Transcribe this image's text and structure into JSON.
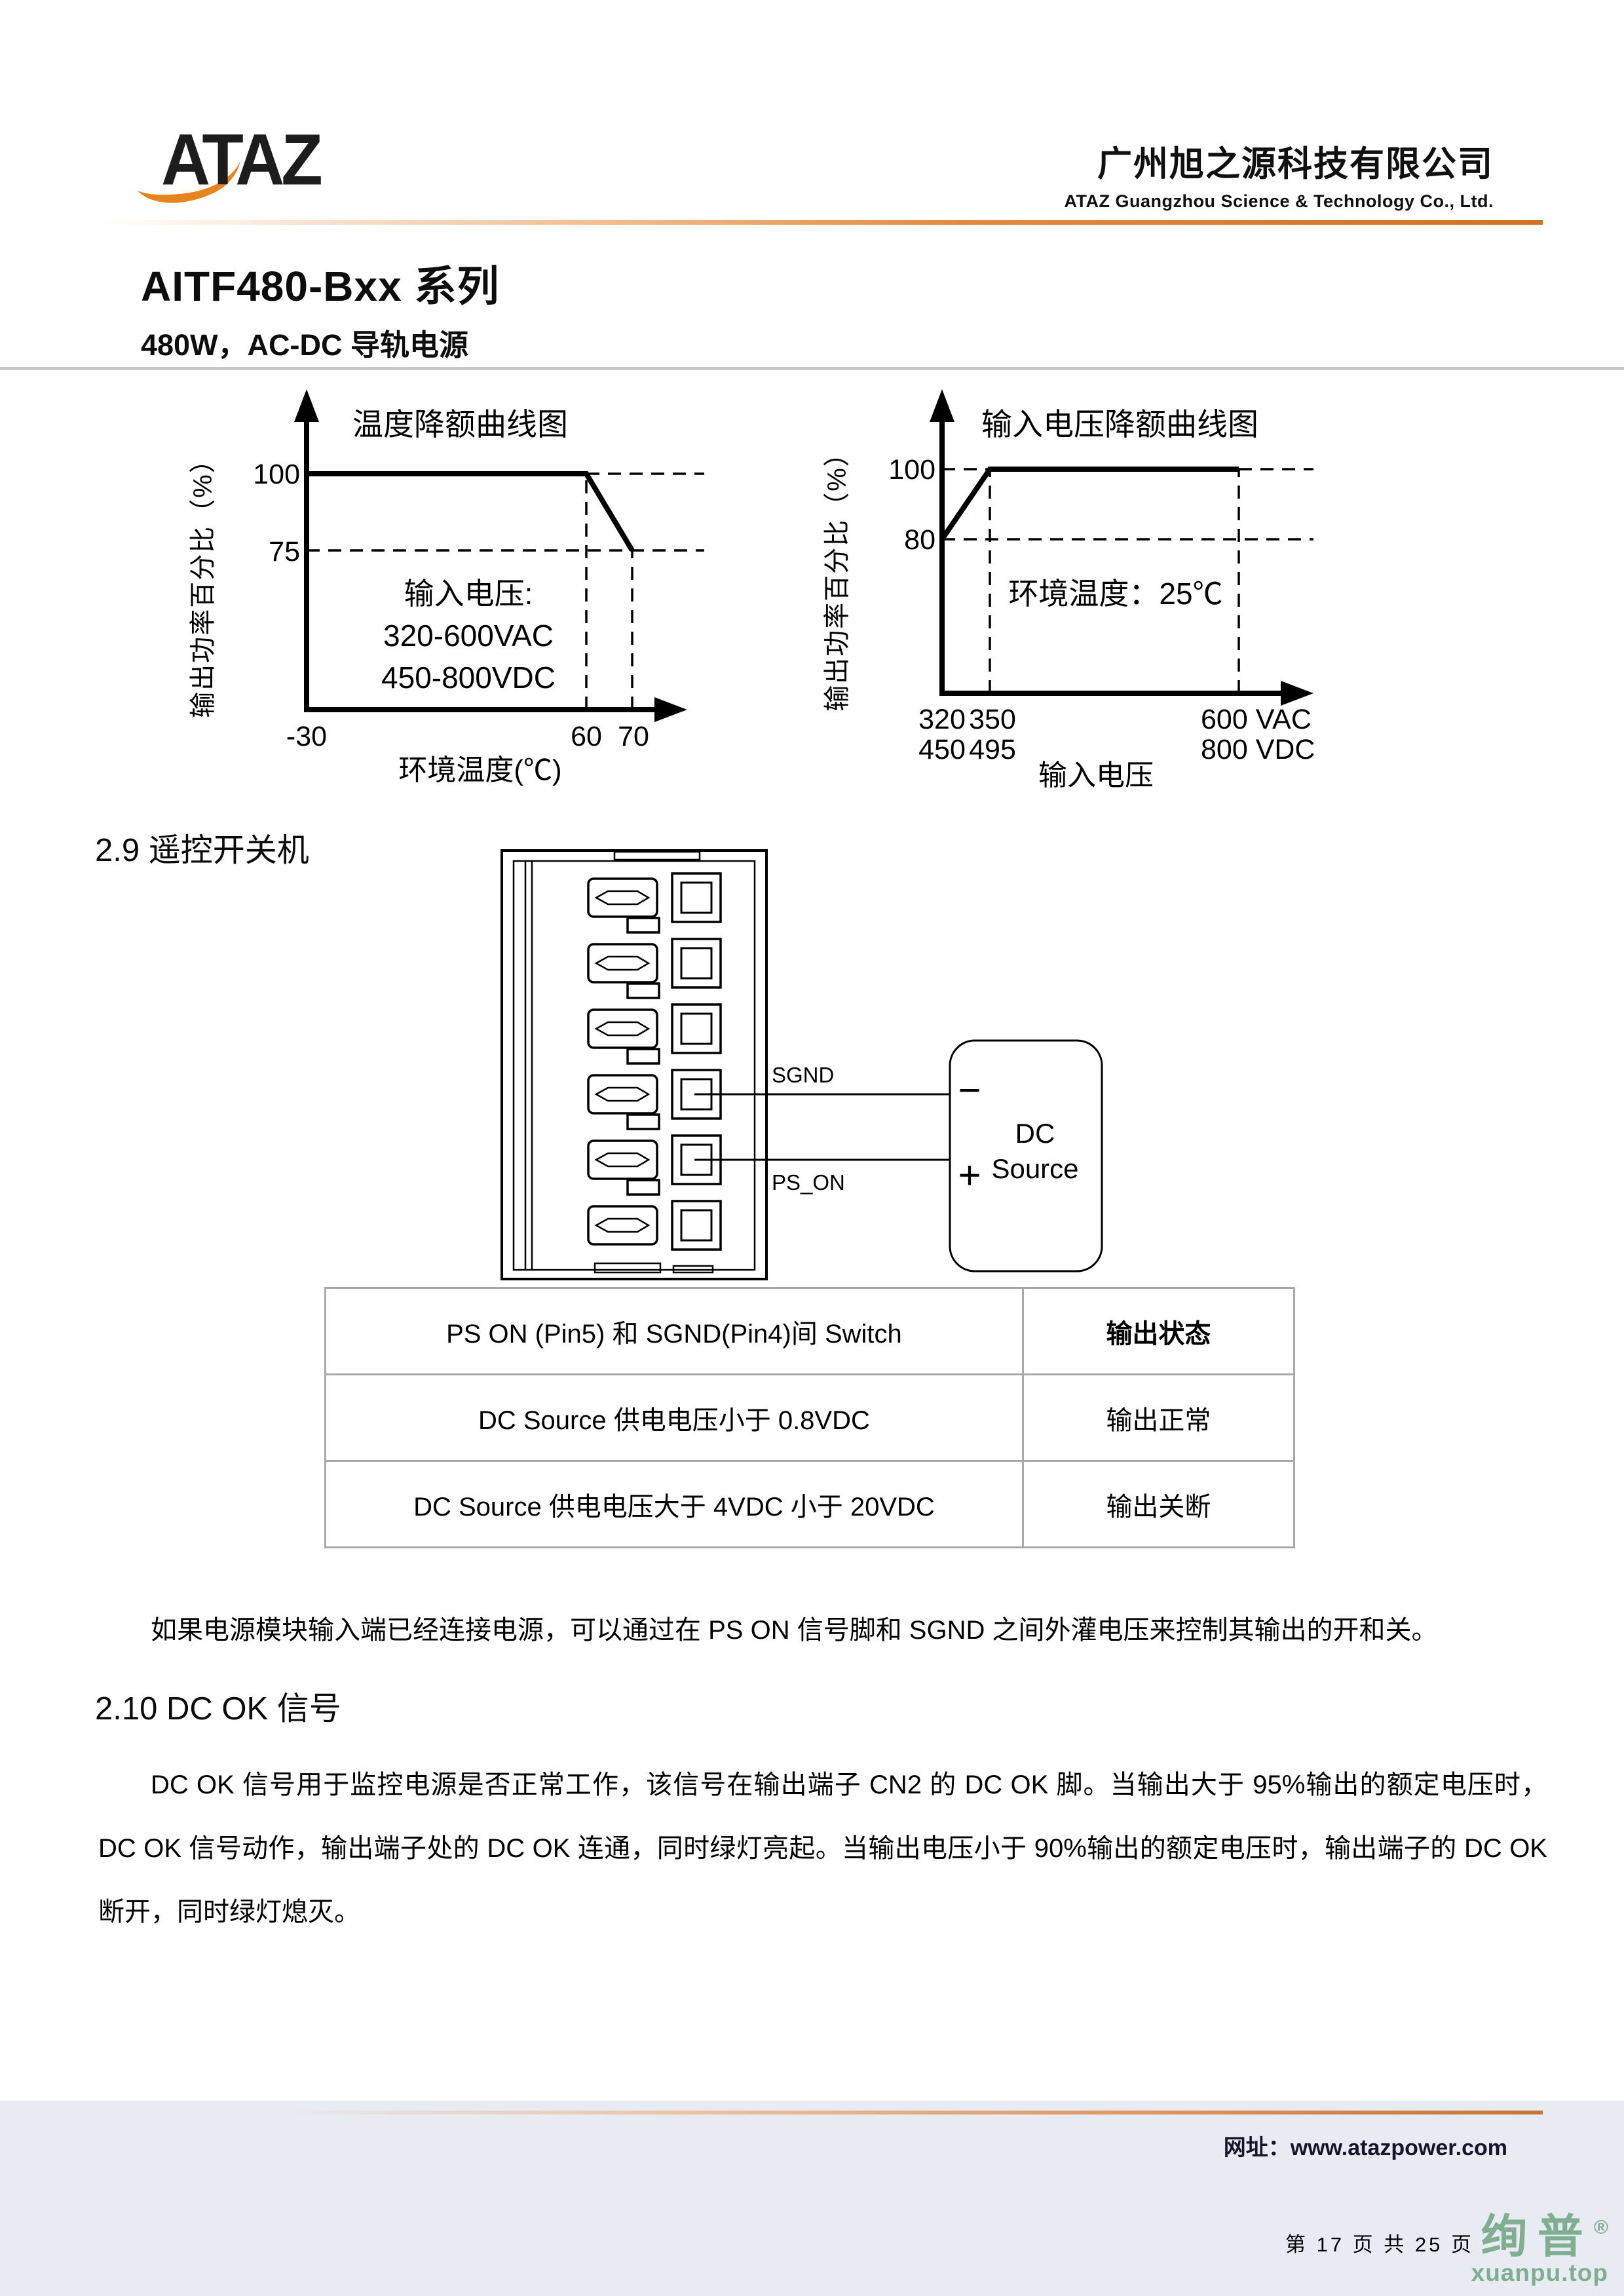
{
  "header": {
    "logo_text": "ATAZ",
    "company_cn": "广州旭之源科技有限公司",
    "company_en": "ATAZ Guangzhou Science & Technology Co., Ltd."
  },
  "title": {
    "series": "AITF480-Bxx 系列",
    "subtitle": "480W，AC-DC 导轨电源"
  },
  "chart_data": [
    {
      "type": "line",
      "title": "温度降额曲线图",
      "xlabel": "环境温度(℃)",
      "ylabel": "输出功率百分比（%）",
      "xlim": [
        -30,
        80
      ],
      "ylim": [
        0,
        110
      ],
      "y_ticks": [
        "100",
        "75"
      ],
      "x_ticks": [
        "-30",
        "60",
        "70"
      ],
      "grid": "dashed guides at y=100, y=75, x=60, x=70",
      "annotation": [
        "输入电压:",
        "320-600VAC",
        "450-800VDC"
      ],
      "series": [
        {
          "name": "输出功率百分比",
          "points": [
            [
              -30,
              100
            ],
            [
              60,
              100
            ],
            [
              70,
              75
            ]
          ]
        }
      ]
    },
    {
      "type": "line",
      "title": "输入电压降额曲线图",
      "xlabel": "输入电压",
      "ylabel": "输出功率百分比（%）",
      "ylim": [
        0,
        110
      ],
      "y_ticks": [
        "100",
        "80"
      ],
      "x_ticks_vac": [
        "320",
        "350",
        "600 VAC"
      ],
      "x_ticks_vdc": [
        "450",
        "495",
        "800 VDC"
      ],
      "grid": "dashed guides at y=100, y=80, x=350, x=600",
      "annotation": [
        "环境温度：25℃"
      ],
      "series": [
        {
          "name": "输出功率百分比",
          "points": [
            [
              320,
              80
            ],
            [
              350,
              100
            ],
            [
              600,
              100
            ]
          ]
        }
      ]
    }
  ],
  "section_2_9": {
    "heading": "2.9 遥控开关机",
    "diagram": {
      "label_sgnd": "SGND",
      "label_ps_on": "PS_ON",
      "dc_minus": "−",
      "dc_plus": "+",
      "dc_line1": "DC",
      "dc_line2": "Source"
    },
    "table": {
      "header": [
        "PS ON (Pin5) 和 SGND(Pin4)间 Switch",
        "输出状态"
      ],
      "rows": [
        [
          "DC Source 供电电压小于 0.8VDC",
          "输出正常"
        ],
        [
          "DC Source 供电电压大于 4VDC 小于 20VDC",
          "输出关断"
        ]
      ]
    },
    "note": "如果电源模块输入端已经连接电源，可以通过在 PS ON 信号脚和 SGND 之间外灌电压来控制其输出的开和关。"
  },
  "section_2_10": {
    "heading": "2.10 DC OK 信号",
    "body": "DC OK 信号用于监控电源是否正常工作，该信号在输出端子 CN2 的 DC OK 脚。当输出大于 95%输出的额定电压时，DC OK 信号动作，输出端子处的 DC OK 连通，同时绿灯亮起。当输出电压小于 90%输出的额定电压时，输出端子的 DC OK 断开，同时绿灯熄灭。"
  },
  "footer": {
    "website": "网址：www.atazpower.com",
    "page_info": "第 17 页 共 25 页",
    "watermark_cn": "绚普",
    "watermark_reg": "®",
    "watermark_url": "xuanpu.top"
  },
  "colors": {
    "accent_orange": "#CF7226",
    "footer_bg": "#E9EBF3",
    "watermark_green": "#7FAE90",
    "rule_gray": "#C8C8C8",
    "table_border": "#A8A8A8"
  }
}
